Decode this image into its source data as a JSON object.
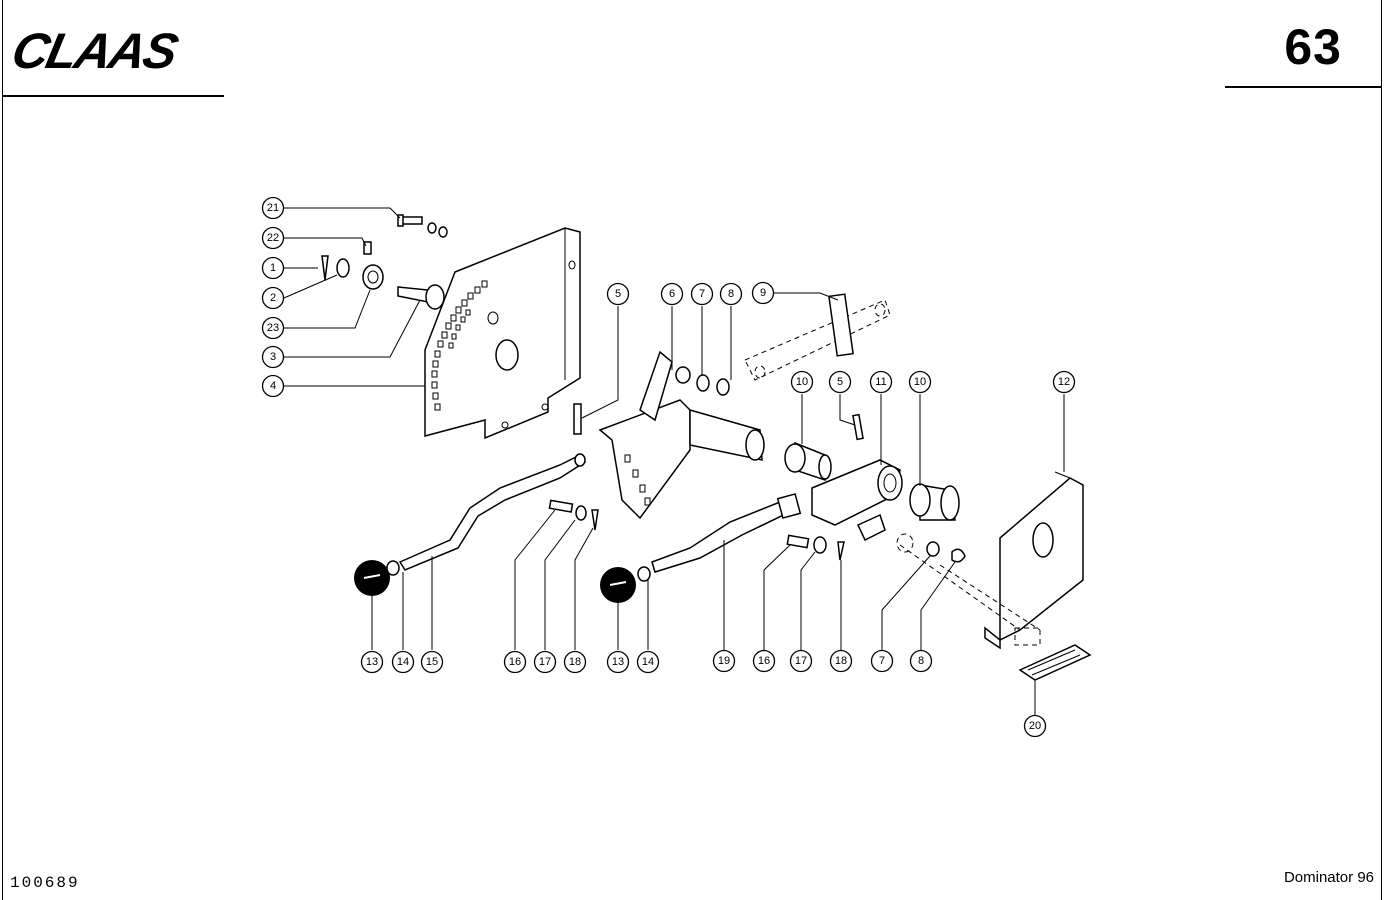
{
  "header": {
    "brand": "CLAAS",
    "page_number": "63"
  },
  "footer": {
    "document_number": "100689",
    "model": "Dominator 96"
  },
  "callouts": [
    "21",
    "22",
    "1",
    "2",
    "23",
    "3",
    "4",
    "5",
    "6",
    "7",
    "8",
    "9",
    "10",
    "5",
    "11",
    "10",
    "12",
    "13",
    "14",
    "15",
    "16",
    "17",
    "18",
    "13",
    "14",
    "19",
    "16",
    "17",
    "18",
    "7",
    "8",
    "20"
  ]
}
